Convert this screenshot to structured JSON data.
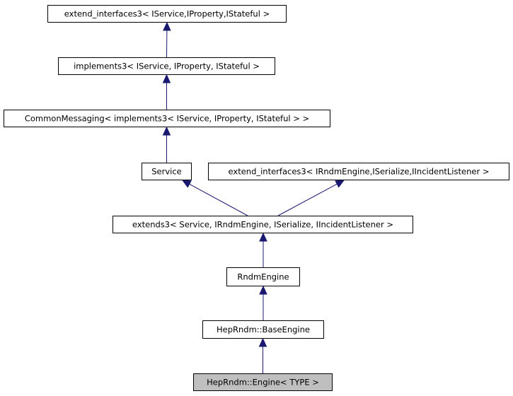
{
  "nodes": [
    {
      "id": "n1",
      "label": "extend_interfaces3< IService,IProperty,IStateful >",
      "highlight": false
    },
    {
      "id": "n2",
      "label": "implements3< IService, IProperty, IStateful >",
      "highlight": false
    },
    {
      "id": "n3",
      "label": "CommonMessaging< implements3< IService, IProperty, IStateful > >",
      "highlight": false
    },
    {
      "id": "n4",
      "label": "Service",
      "highlight": false
    },
    {
      "id": "n5",
      "label": "extend_interfaces3< IRndmEngine,ISerialize,IIncidentListener >",
      "highlight": false
    },
    {
      "id": "n6",
      "label": "extends3< Service, IRndmEngine, ISerialize, IIncidentListener >",
      "highlight": false
    },
    {
      "id": "n7",
      "label": "RndmEngine",
      "highlight": false
    },
    {
      "id": "n8",
      "label": "HepRndm::BaseEngine",
      "highlight": false
    },
    {
      "id": "n9",
      "label": "HepRndm::Engine< TYPE >",
      "highlight": true
    }
  ],
  "edges": [
    {
      "from": "n2",
      "to": "n1"
    },
    {
      "from": "n3",
      "to": "n2"
    },
    {
      "from": "n4",
      "to": "n3"
    },
    {
      "from": "n6",
      "to": "n4"
    },
    {
      "from": "n6",
      "to": "n5"
    },
    {
      "from": "n7",
      "to": "n6"
    },
    {
      "from": "n8",
      "to": "n7"
    },
    {
      "from": "n9",
      "to": "n8"
    }
  ],
  "colors": {
    "edge": "#191970",
    "box_border": "#000000",
    "highlight_fill": "#bfbfbf"
  }
}
